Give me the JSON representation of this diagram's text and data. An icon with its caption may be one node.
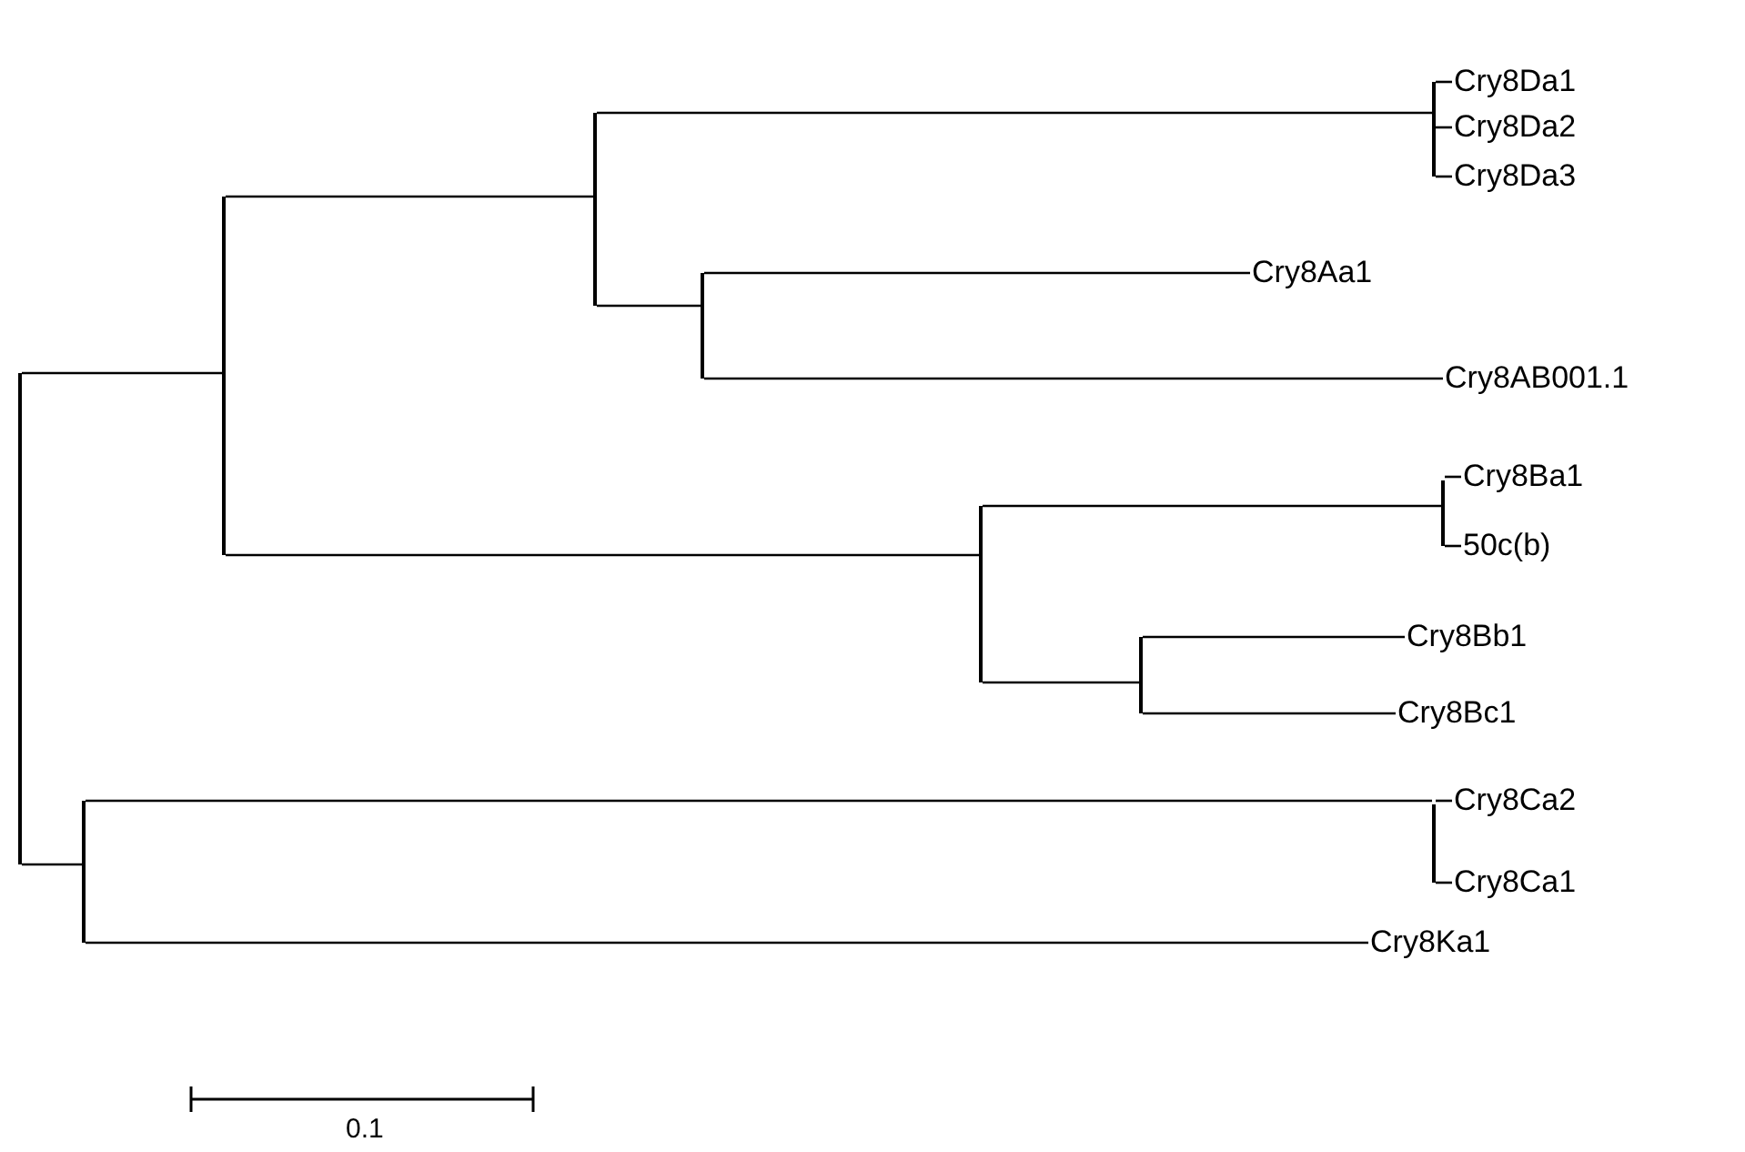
{
  "diagram": {
    "nodes": [
      {
        "text": [],
        "shape": "bar"
      },
      {
        "text": [],
        "shape": "bar"
      },
      {
        "text": [],
        "shape": "bar"
      },
      {
        "text": [],
        "shape": "bar"
      },
      {
        "text": [
          "Cry8Da1"
        ]
      },
      {
        "text": [
          "Cry8Da2"
        ]
      },
      {
        "text": [
          "Cry8Da3"
        ]
      },
      {
        "text": [],
        "shape": "bar"
      },
      {
        "text": [
          "Cry8Aa1"
        ]
      },
      {
        "text": [
          "Cry8AB001.1"
        ]
      },
      {
        "text": [],
        "shape": "bar"
      },
      {
        "text": [],
        "shape": "bar"
      },
      {
        "text": [
          "Cry8Ba1"
        ]
      },
      {
        "text": [
          "50c(b)"
        ]
      },
      {
        "text": [],
        "shape": "bar"
      },
      {
        "text": [
          "Cry8Bb1"
        ]
      },
      {
        "text": [
          "Cry8Bc1"
        ]
      },
      {
        "text": [],
        "shape": "bar"
      },
      {
        "text": [],
        "shape": "bar"
      },
      {
        "text": [
          "Cry8Ca2"
        ]
      },
      {
        "text": [
          "Cry8Ca1"
        ]
      },
      {
        "text": [
          "Cry8Ka1"
        ]
      }
    ],
    "edges": [
      {
        "from": 0,
        "to": 1,
        "arrow": "none"
      },
      {
        "from": 0,
        "to": 17,
        "arrow": "none"
      },
      {
        "from": 1,
        "to": 2,
        "arrow": "none"
      },
      {
        "from": 1,
        "to": 10,
        "arrow": "none"
      },
      {
        "from": 2,
        "to": 3,
        "arrow": "none"
      },
      {
        "from": 2,
        "to": 7,
        "arrow": "none"
      },
      {
        "from": 3,
        "to": 4,
        "arrow": "none"
      },
      {
        "from": 3,
        "to": 5,
        "arrow": "none"
      },
      {
        "from": 3,
        "to": 6,
        "arrow": "none"
      },
      {
        "from": 7,
        "to": 8,
        "arrow": "none"
      },
      {
        "from": 7,
        "to": 9,
        "arrow": "none"
      },
      {
        "from": 10,
        "to": 11,
        "arrow": "none"
      },
      {
        "from": 10,
        "to": 14,
        "arrow": "none"
      },
      {
        "from": 11,
        "to": 12,
        "arrow": "none"
      },
      {
        "from": 11,
        "to": 13,
        "arrow": "none"
      },
      {
        "from": 14,
        "to": 15,
        "arrow": "none"
      },
      {
        "from": 14,
        "to": 16,
        "arrow": "none"
      },
      {
        "from": 17,
        "to": 18,
        "arrow": "none"
      },
      {
        "from": 17,
        "to": 21,
        "arrow": "none"
      },
      {
        "from": 18,
        "to": 19,
        "arrow": "none"
      },
      {
        "from": 18,
        "to": 20,
        "arrow": "none"
      }
    ],
    "labels": [
      "0.1"
    ]
  }
}
